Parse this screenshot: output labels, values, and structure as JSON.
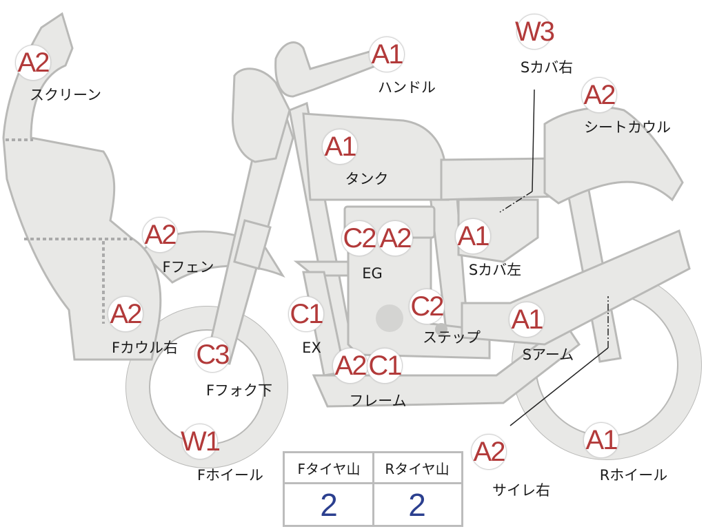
{
  "parts": [
    {
      "id": "screen",
      "code": "A2",
      "label": "スクリーン"
    },
    {
      "id": "handle",
      "code": "A1",
      "label": "ハンドル"
    },
    {
      "id": "s-cover-r",
      "code": "W3",
      "label": "Sカバ右"
    },
    {
      "id": "seat-cowl",
      "code": "A2",
      "label": "シートカウル"
    },
    {
      "id": "tank",
      "code": "A1",
      "label": "タンク"
    },
    {
      "id": "f-fender",
      "code": "A2",
      "label": "Fフェン"
    },
    {
      "id": "eg",
      "code": "C2",
      "code2": "A2",
      "label": "EG"
    },
    {
      "id": "s-cover-l",
      "code": "A1",
      "label": "Sカバ左"
    },
    {
      "id": "f-cowl-r",
      "code": "A2",
      "label": "Fカウル右"
    },
    {
      "id": "ex",
      "code": "C1",
      "label": "EX"
    },
    {
      "id": "step",
      "code": "C2",
      "label": "ステップ"
    },
    {
      "id": "s-arm",
      "code": "A1",
      "label": "Sアーム"
    },
    {
      "id": "f-fork",
      "code": "C3",
      "label": "Fフォク下"
    },
    {
      "id": "frame",
      "code": "A2",
      "code2": "C1",
      "label": "フレーム"
    },
    {
      "id": "f-wheel",
      "code": "W1",
      "label": "Fホイール"
    },
    {
      "id": "silencer-r",
      "code": "A2",
      "label": "サイレ右"
    },
    {
      "id": "r-wheel",
      "code": "A1",
      "label": "Rホイール"
    }
  ],
  "tire_table": {
    "headers": [
      "Fタイヤ山",
      "Rタイヤ山"
    ],
    "values": [
      "2",
      "2"
    ]
  },
  "colors": {
    "badge_text": "#b23a3a",
    "tire_value": "#2b3f8f",
    "bike_fill": "#e8e8e6",
    "bike_stroke": "#b9b9b7"
  }
}
